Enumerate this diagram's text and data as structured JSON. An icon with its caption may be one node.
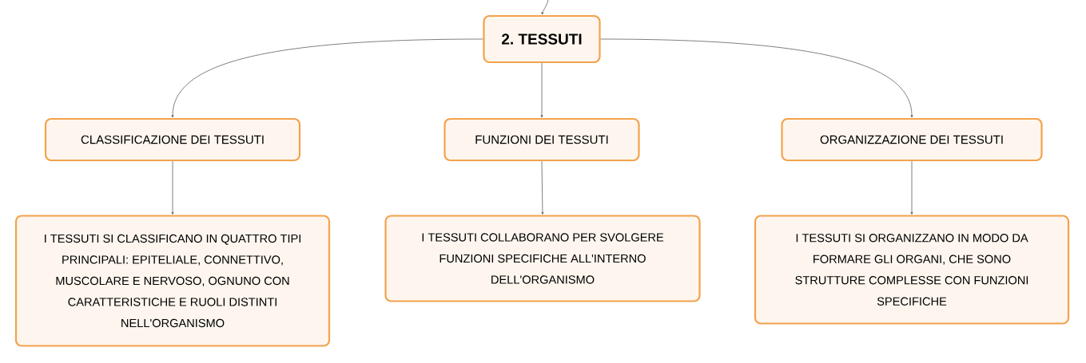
{
  "diagram": {
    "nodes": [
      {
        "text": [
          "2. TESSUTI"
        ]
      },
      {
        "text": [
          "CLASSIFICAZIONE DEI TESSUTI"
        ]
      },
      {
        "text": [
          "FUNZIONI DEI TESSUTI"
        ]
      },
      {
        "text": [
          "ORGANIZZAZIONE DEI TESSUTI"
        ]
      },
      {
        "text": [
          "I TESSUTI SI CLASSIFICANO IN QUATTRO TIPI PRINCIPALI: EPITELIALE, CONNETTIVO, MUSCOLARE E NERVOSO, OGNUNO CON CARATTERISTICHE E RUOLI DISTINTI NELL'ORGANISMO"
        ]
      },
      {
        "text": [
          "I TESSUTI COLLABORANO PER SVOLGERE FUNZIONI SPECIFICHE ALL'INTERNO DELL'ORGANISMO"
        ]
      },
      {
        "text": [
          "I TESSUTI SI ORGANIZZANO IN MODO DA FORMARE GLI ORGANI, CHE SONO STRUTTURE COMPLESSE CON FUNZIONI SPECIFICHE"
        ]
      }
    ],
    "edges": [
      {
        "from": null,
        "to": 0,
        "arrow": "to"
      },
      {
        "from": 0,
        "to": 1,
        "arrow": "to"
      },
      {
        "from": 0,
        "to": 2,
        "arrow": "to"
      },
      {
        "from": 0,
        "to": 3,
        "arrow": "to"
      },
      {
        "from": 1,
        "to": 4,
        "arrow": "to"
      },
      {
        "from": 2,
        "to": 5,
        "arrow": "to"
      },
      {
        "from": 3,
        "to": 6,
        "arrow": "to"
      }
    ]
  }
}
